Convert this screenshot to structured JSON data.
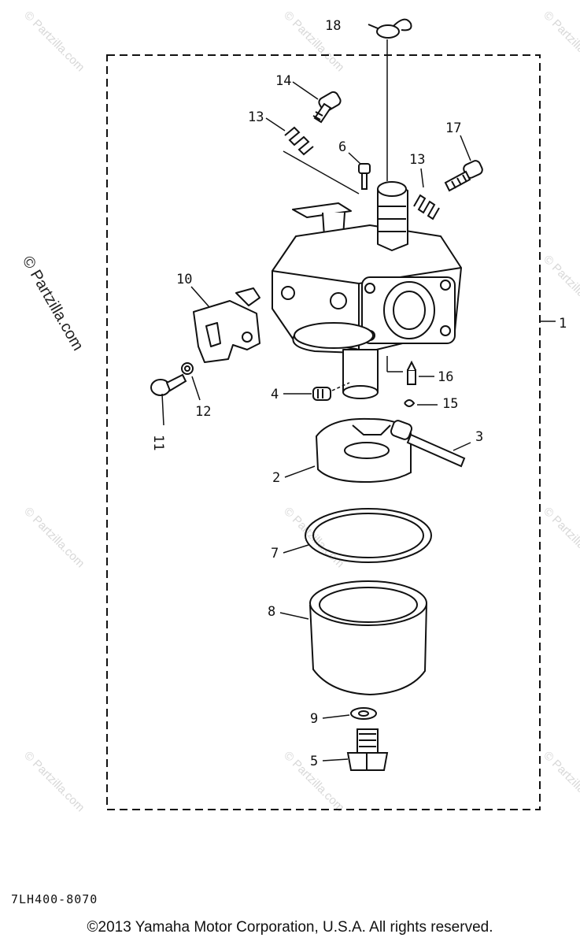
{
  "watermark": {
    "text": "© Partzilla.com",
    "side_text": "© Partzilla.com"
  },
  "assembly_callout": "1",
  "callouts": {
    "c2": "2",
    "c3": "3",
    "c4": "4",
    "c5": "5",
    "c6": "6",
    "c7": "7",
    "c8": "8",
    "c9": "9",
    "c10": "10",
    "c11": "11",
    "c12": "12",
    "c13a": "13",
    "c13b": "13",
    "c14": "14",
    "c15": "15",
    "c16": "16",
    "c17": "17",
    "c18": "18"
  },
  "part_code": "7LH400-8070",
  "copyright": "©2013  Yamaha Motor Corporation, U.S.A. All rights reserved."
}
